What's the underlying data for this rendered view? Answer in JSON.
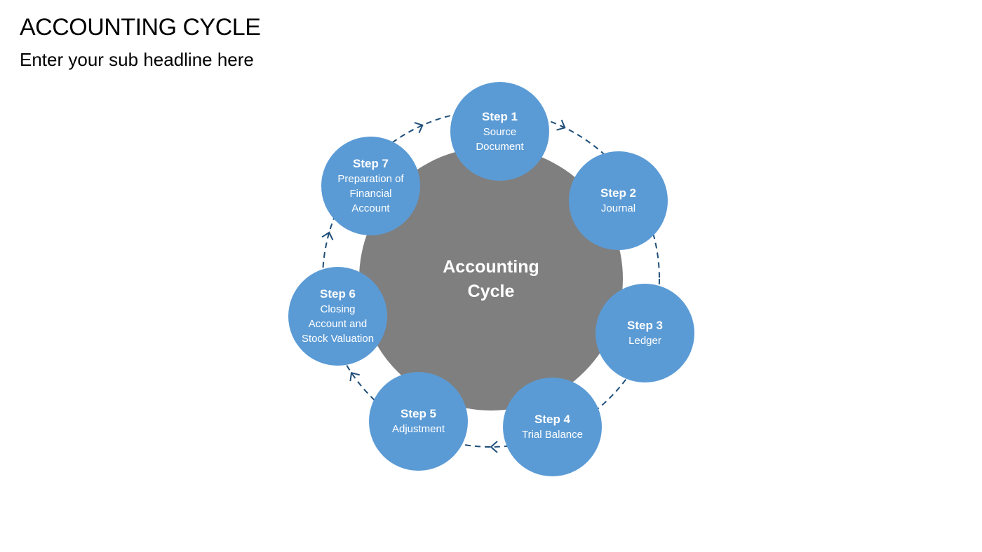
{
  "header": {
    "title": "ACCOUNTING CYCLE",
    "subtitle": "Enter your sub headline here"
  },
  "diagram": {
    "center": {
      "label_line1": "Accounting",
      "label_line2": "Cycle"
    },
    "steps": [
      {
        "title": "Step 1",
        "desc": "Source Document"
      },
      {
        "title": "Step 2",
        "desc": "Journal"
      },
      {
        "title": "Step 3",
        "desc": "Ledger"
      },
      {
        "title": "Step 4",
        "desc": "Trial Balance"
      },
      {
        "title": "Step 5",
        "desc": "Adjustment"
      },
      {
        "title": "Step 6",
        "desc": "Closing Account and Stock Valuation"
      },
      {
        "title": "Step 7",
        "desc": "Preparation of Financial Account"
      }
    ]
  },
  "colors": {
    "node_fill": "#5b9bd5",
    "hub_fill": "#7f7f7f",
    "arrow_stroke": "#1f4e79",
    "text": "#ffffff"
  }
}
